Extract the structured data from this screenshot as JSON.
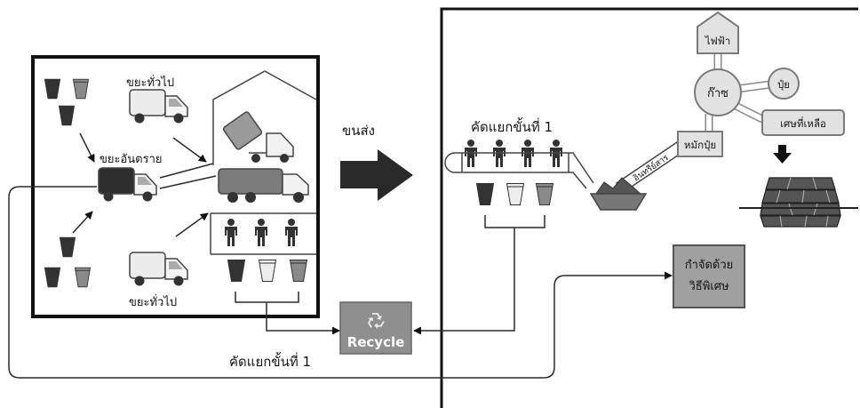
{
  "left_panel": {
    "general_waste_top_label": "ขยะทั่วไป",
    "hazardous_waste_label": "ขยะอันตราย",
    "general_waste_bottom_label": "ขยะทั่วไป"
  },
  "transport": {
    "label": "ขนส่ง",
    "icon": "arrow-right-icon"
  },
  "sorting_stage_bottom_label": "คัดแยกขั้นที่ 1",
  "recycle": {
    "icon": "recycle-icon",
    "label": "Recycle"
  },
  "right_panel": {
    "sorting_stage_label": "คัดแยกขั้นที่ 1",
    "organic_matter_label": "อินทรีย์สาร",
    "compost_label": "หมักปุ๋ย",
    "gas_label": "ก๊าซ",
    "electricity_label": "ไฟฟ้า",
    "fertilizer_label": "ปุ๋ย",
    "residue_label": "เศษที่เหลือ",
    "special_disposal_label": [
      "กำจัดด้วย",
      "วิธีพิเศษ"
    ]
  },
  "colors": {
    "outline": "#111111",
    "dark_bin": "#333333",
    "grey_bin": "#8a8a8a",
    "light_bin": "#eeeeee",
    "recycle_box": "#8f8f8f",
    "special_disposal_box": "#a0a0a0"
  }
}
